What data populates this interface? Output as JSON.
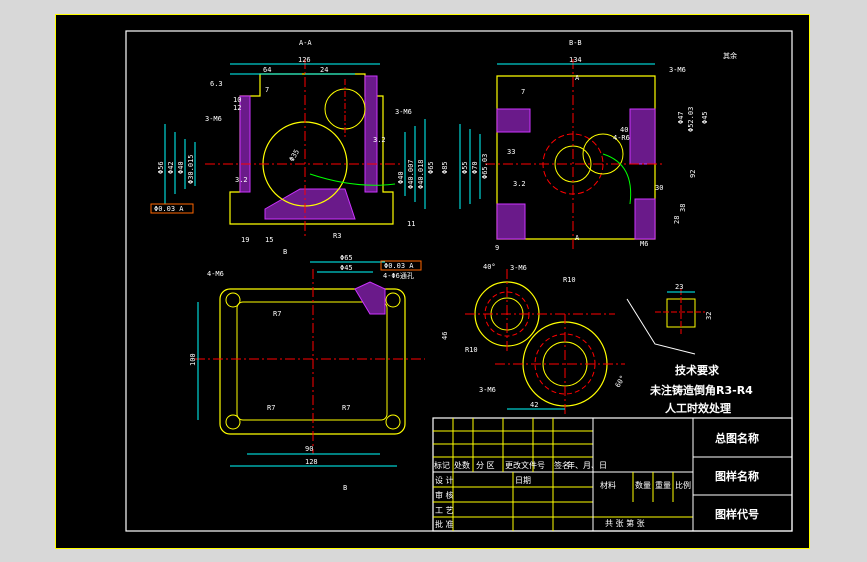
{
  "colors": {
    "background": "#000000",
    "frame": "#ffffff",
    "part_outline": "#ffff00",
    "center_line": "#ff0000",
    "hatch": "#cc33ff",
    "dimension": "#00ffff",
    "hidden": "#0000ff",
    "leader": "#00ff00",
    "outer_border": "#ffff00"
  },
  "views": {
    "section_aa": {
      "title": "A-A",
      "dims": [
        "126",
        "64",
        "24",
        "3-M6",
        "3-M6",
        "Φ56",
        "Φ42",
        "Φ40",
        "Φ30.015",
        "Φ35",
        "Φ40",
        "Φ40.007",
        "Φ40.018",
        "Φ65",
        "Φ85",
        "10",
        "7",
        "19",
        "12",
        "15",
        "11",
        "R3"
      ],
      "tol_frame": "Φ0.03 A",
      "roughness": [
        "6.3",
        "3.2",
        "3.2"
      ]
    },
    "section_bb": {
      "title": "B-B",
      "dims": [
        "134",
        "7",
        "3-M6",
        "Φ47",
        "Φ52.03",
        "Φ45",
        "Φ55",
        "Φ70",
        "Φ65.03",
        "33",
        "4-R6",
        "30",
        "38",
        "9",
        "92",
        "28",
        "40",
        "M6"
      ],
      "roughness": [
        "3.2"
      ],
      "roughness_other": "其余",
      "section_marks": [
        "A",
        "A"
      ]
    },
    "plan": {
      "dims": [
        "Φ65",
        "Φ45",
        "4-M6",
        "R7",
        "R7",
        "R7",
        "100",
        "90",
        "128"
      ],
      "tol_frame": "Φ0.03 A",
      "hole_note": "4-Φ6通孔",
      "section_marks": [
        "B",
        "B"
      ]
    },
    "side": {
      "dims": [
        "3-M6",
        "R10",
        "40°",
        "46",
        "R10",
        "3-M6",
        "42",
        "60°"
      ]
    },
    "detail": {
      "dims": [
        "23",
        "32"
      ]
    }
  },
  "tech_requirements": {
    "title": "技术要求",
    "lines": [
      "未注铸造倒角R3-R4",
      "人工时效处理"
    ]
  },
  "title_block": {
    "rev_headers": [
      "标记",
      "处数",
      "分 区",
      "更改文件号",
      "签名",
      "年、月、日"
    ],
    "signoff_rows": [
      "设 计",
      "审 核",
      "工 艺",
      "批 准"
    ],
    "date_label": "日期",
    "material_headers": [
      "材料",
      "数量",
      "重量",
      "比例"
    ],
    "sheet_counter": "共   张  第   张",
    "assembly_name": "总图名称",
    "drawing_name": "图样名称",
    "drawing_code": "图样代号"
  }
}
